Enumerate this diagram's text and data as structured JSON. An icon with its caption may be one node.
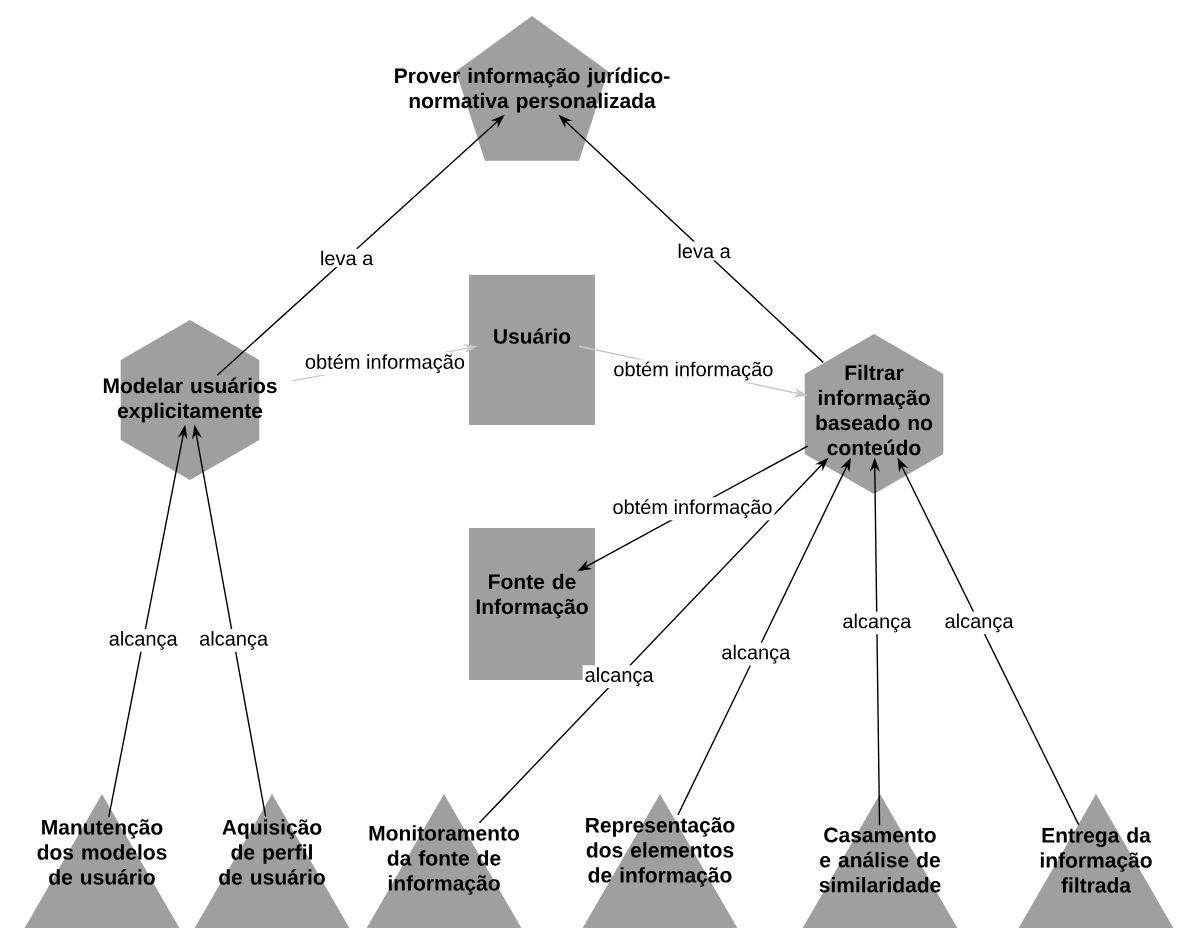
{
  "diagram": {
    "nodes": [
      {
        "text": [
          "Prover informação jurídico-normativa personalizada"
        ]
      },
      {
        "text": [
          "Modelar usuários explicitamente"
        ]
      },
      {
        "text": [
          "Usuário"
        ]
      },
      {
        "text": [
          "Filtrar informação baseado no conteúdo"
        ]
      },
      {
        "text": [
          "Fonte de Informação"
        ]
      },
      {
        "text": [
          "Manutenção dos modelos de usuário"
        ]
      },
      {
        "text": [
          "Aquisição de perfil de usuário"
        ]
      },
      {
        "text": [
          "Monitoramento da fonte de informação"
        ]
      },
      {
        "text": [
          "Representação dos elementos de informação"
        ]
      },
      {
        "text": [
          "Casamento e análise de similaridade"
        ]
      },
      {
        "text": [
          "Entrega da informação filtrada"
        ]
      }
    ],
    "edges": [
      {
        "from": 1,
        "to": 0,
        "arrow": "to",
        "label": "leva a"
      },
      {
        "from": 3,
        "to": 0,
        "arrow": "to",
        "label": "leva a"
      },
      {
        "from": 1,
        "to": 2,
        "arrow": "to",
        "label": "obtém informação",
        "color": "#c8c8c8"
      },
      {
        "from": 2,
        "to": 3,
        "arrow": "to",
        "label": "obtém informação",
        "color": "#c8c8c8"
      },
      {
        "from": 3,
        "to": 4,
        "arrow": "to",
        "label": "obtém informação"
      },
      {
        "from": 5,
        "to": 1,
        "arrow": "to",
        "label": "alcança"
      },
      {
        "from": 6,
        "to": 1,
        "arrow": "to",
        "label": "alcança"
      },
      {
        "from": 7,
        "to": 3,
        "arrow": "to",
        "label": "alcança"
      },
      {
        "from": 8,
        "to": 3,
        "arrow": "to",
        "label": "alcança"
      },
      {
        "from": 9,
        "to": 3,
        "arrow": "to",
        "label": "alcança"
      },
      {
        "from": 10,
        "to": 3,
        "arrow": "to",
        "label": "alcança"
      }
    ]
  }
}
